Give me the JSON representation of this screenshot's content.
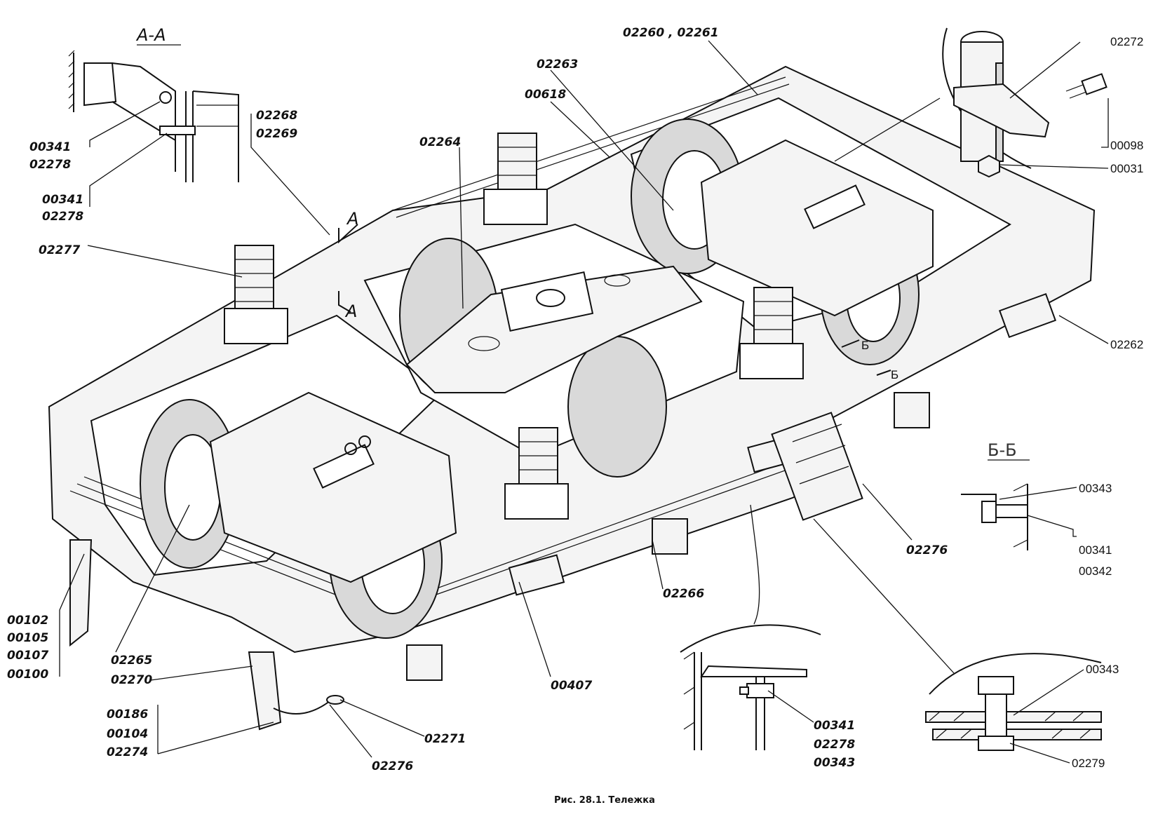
{
  "caption": "Рис. 28.1. Тележка",
  "sections": {
    "aa": "А-А",
    "bb": "Б-Б",
    "cut_a_top": "А",
    "cut_a_bottom": "А",
    "cut_b_top": "Б",
    "cut_b_bottom": "Б"
  },
  "labels": {
    "l_02260_02261": "02260 , 02261",
    "l_02263": "02263",
    "l_00618": "00618",
    "l_02264": "02264",
    "l_02268": "02268",
    "l_02269": "02269",
    "l_00341_a1": "00341",
    "l_02278_a1": "02278",
    "l_00341_a2": "00341",
    "l_02278_a2": "02278",
    "l_02277": "02277",
    "l_02272": "02272",
    "l_00098": "00098",
    "l_00031": "00031",
    "l_02262": "02262",
    "l_00343_b": "00343",
    "l_00341_b": "00341",
    "l_00342_b": "00342",
    "l_02276_r": "02276",
    "l_02266": "02266",
    "l_00407": "00407",
    "l_00102": "00102",
    "l_00105": "00105",
    "l_00107": "00107",
    "l_00100": "00100",
    "l_02265": "02265",
    "l_02270": "02270",
    "l_00186": "00186",
    "l_00104": "00104",
    "l_02274": "02274",
    "l_02271": "02271",
    "l_02276_b": "02276",
    "l_00341_c": "00341",
    "l_02278_c": "02278",
    "l_00343_c": "00343",
    "l_00343_d": "00343",
    "l_02279": "02279"
  }
}
